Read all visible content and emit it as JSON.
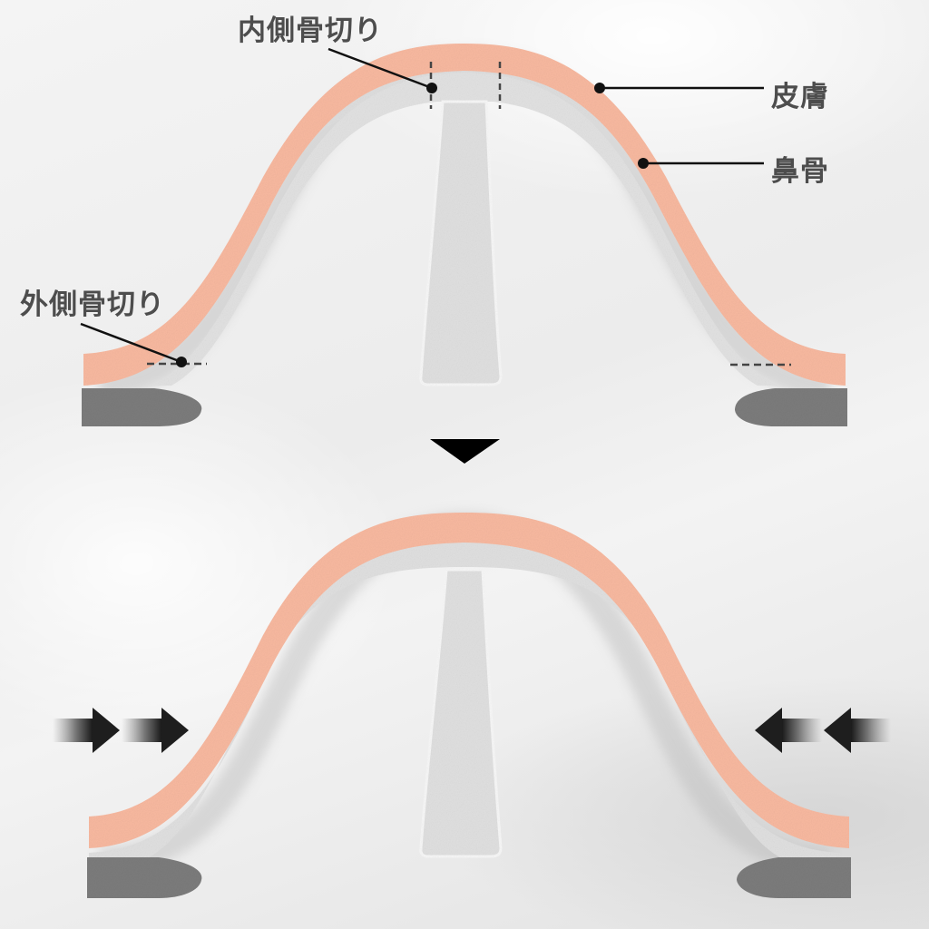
{
  "labels": {
    "inner_osteotomy": "内側骨切り",
    "skin": "皮膚",
    "nasal_bone": "鼻骨",
    "outer_osteotomy": "外側骨切り"
  },
  "icons": {
    "step_arrow": "triangle-down",
    "push_arrows_left": [
      "arrow-right",
      "arrow-right"
    ],
    "push_arrows_right": [
      "arrow-left",
      "arrow-left"
    ]
  },
  "colors": {
    "skin": "#f8b9a0",
    "bone": "#dcdcdc",
    "base": "#777777",
    "label_text": "#4d4d4d",
    "leader_line": "#111111",
    "background": "#f1f1f1"
  },
  "panels": [
    {
      "name": "before",
      "description": "nose cross-section with osteotomy cut lines"
    },
    {
      "name": "after",
      "description": "narrowed nose after inward pressure"
    }
  ]
}
